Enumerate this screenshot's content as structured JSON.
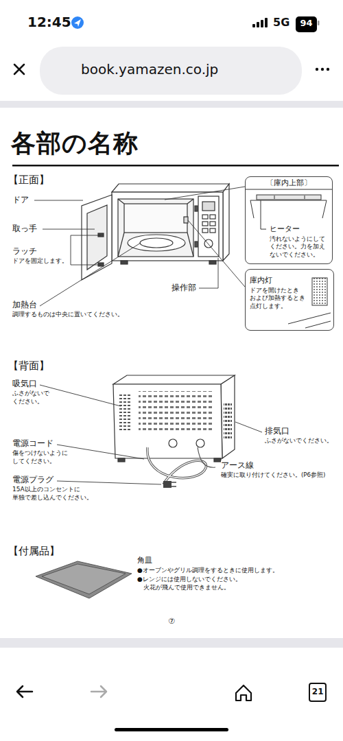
{
  "diagram": {
    "title": "各部の名称",
    "nodes": [
      {
        "text": [
          "94"
        ]
      },
      {
        "text": [
          "book.yamazen.co.jp"
        ]
      },
      {
        "text": [
          "〔庫内上部〕",
          "ヒーター",
          "汚れないようにして ください。力を加え ないでください。"
        ]
      },
      {
        "text": [
          "庫内灯",
          "ドアを開けたとき および加熱するとき 点灯します。"
        ]
      },
      {
        "text": [
          "21"
        ]
      }
    ],
    "labels": [
      "12:45",
      "5G",
      "【正面】",
      "ドア",
      "取っ手",
      "ラッチ",
      "ドアを固定します。",
      "加熱台",
      "調理するものは中央に置いてください。",
      "操作部",
      "【背面】",
      "吸気口",
      "ふさがないで ください。",
      "電源コード",
      "傷をつけないように してください。",
      "電源プラグ",
      "15A以上のコンセントに 単独で差し込んでください。",
      "排気口",
      "ふさがないでください。",
      "アース線",
      "確実に取り付けてください。(P6参照)",
      "【付属品】",
      "角皿",
      "●オーブンやグリル調理をするときに使用します。",
      "●レンジには使用しないでください。 火花が飛んで使用できません。",
      "⑦"
    ]
  }
}
